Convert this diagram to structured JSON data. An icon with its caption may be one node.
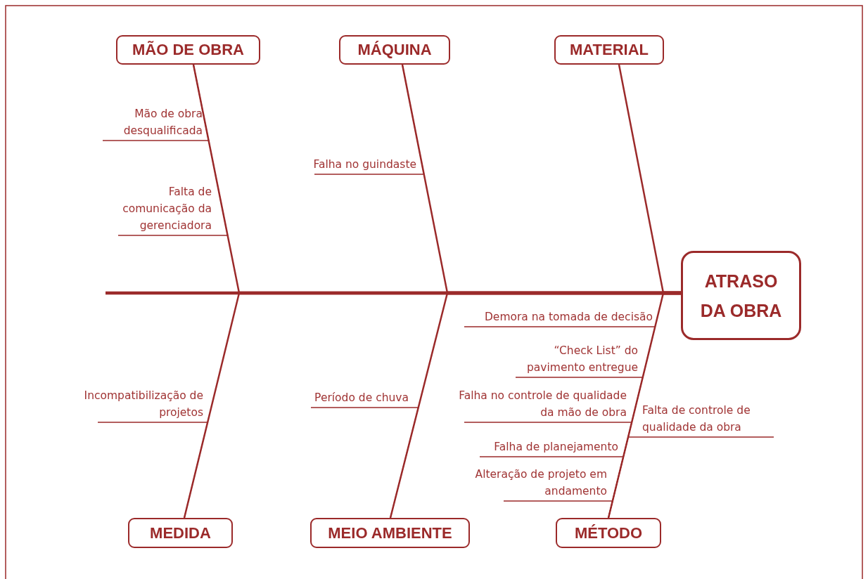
{
  "diagram": {
    "nodes": [
      {
        "text": [
          "MÃO DE OBRA"
        ]
      },
      {
        "text": [
          "MÁQUINA"
        ]
      },
      {
        "text": [
          "MATERIAL"
        ]
      },
      {
        "text": [
          "ATRASO DA OBRA"
        ]
      },
      {
        "text": [
          "Mão de obra desqualificada"
        ]
      },
      {
        "text": [
          "Falha no guindaste"
        ]
      },
      {
        "text": [
          "Falta de comunicação da gerenciadora"
        ]
      },
      {
        "text": [
          "Demora na tomada de decisão"
        ]
      },
      {
        "text": [
          "“Check List” do pavimento entregue"
        ]
      },
      {
        "text": [
          "Incompatibilização de projetos"
        ]
      },
      {
        "text": [
          "Período de chuva"
        ]
      },
      {
        "text": [
          "Falha no controle de qualidade da mão de obra"
        ]
      },
      {
        "text": [
          "Falta de controle de qualidade da obra"
        ]
      },
      {
        "text": [
          "Falha de planejamento"
        ]
      },
      {
        "text": [
          "Alteração de projeto em andamento"
        ]
      },
      {
        "text": [
          "MEDIDA"
        ]
      },
      {
        "text": [
          "MEIO AMBIENTE"
        ]
      },
      {
        "text": [
          "MÉTODO"
        ]
      }
    ],
    "edges": [
      {
        "from": 0,
        "to": 3,
        "arrow": "none"
      },
      {
        "from": 1,
        "to": 3,
        "arrow": "none"
      },
      {
        "from": 2,
        "to": 3,
        "arrow": "none"
      },
      {
        "from": 15,
        "to": 3,
        "arrow": "none"
      },
      {
        "from": 16,
        "to": 3,
        "arrow": "none"
      },
      {
        "from": 17,
        "to": 3,
        "arrow": "none"
      },
      {
        "from": 4,
        "to": 0,
        "arrow": "none"
      },
      {
        "from": 6,
        "to": 0,
        "arrow": "none"
      },
      {
        "from": 5,
        "to": 1,
        "arrow": "none"
      },
      {
        "from": 9,
        "to": 15,
        "arrow": "none"
      },
      {
        "from": 10,
        "to": 16,
        "arrow": "none"
      },
      {
        "from": 7,
        "to": 17,
        "arrow": "none"
      },
      {
        "from": 8,
        "to": 17,
        "arrow": "none"
      },
      {
        "from": 11,
        "to": 17,
        "arrow": "none"
      },
      {
        "from": 12,
        "to": 17,
        "arrow": "none"
      },
      {
        "from": 13,
        "to": 17,
        "arrow": "none"
      },
      {
        "from": 14,
        "to": 17,
        "arrow": "none"
      }
    ]
  }
}
